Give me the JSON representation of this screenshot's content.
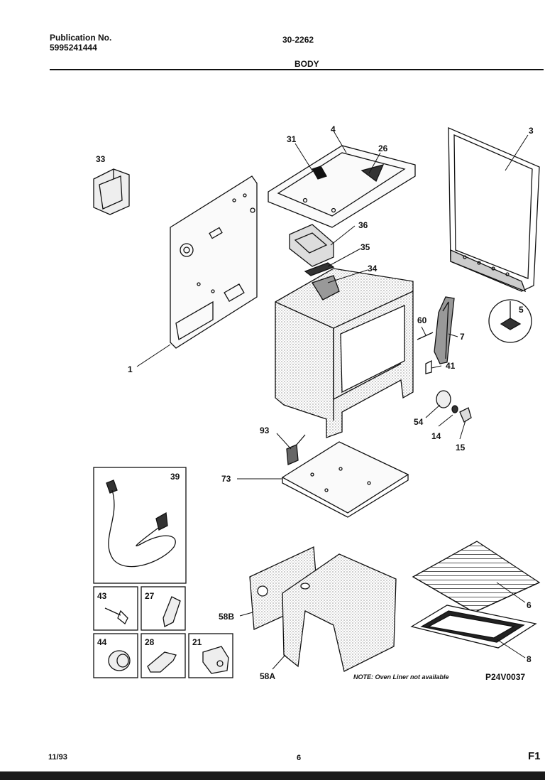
{
  "header": {
    "publication_label": "Publication No.",
    "publication_number": "5995241444",
    "model_code": "30-2262",
    "section_title": "BODY"
  },
  "callouts": {
    "c1": "1",
    "c3": "3",
    "c4": "4",
    "c5": "5",
    "c6": "6",
    "c7": "7",
    "c8": "8",
    "c14": "14",
    "c15": "15",
    "c21": "21",
    "c26": "26",
    "c27": "27",
    "c28": "28",
    "c31": "31",
    "c33": "33",
    "c34": "34",
    "c35": "35",
    "c36": "36",
    "c39": "39",
    "c41": "41",
    "c43": "43",
    "c44": "44",
    "c54": "54",
    "c58A": "58A",
    "c58B": "58B",
    "c60": "60",
    "c73": "73",
    "c93": "93"
  },
  "note": "NOTE: Oven Liner not available",
  "drawing_code": "P24V0037",
  "footer": {
    "date": "11/93",
    "page": "6",
    "figure": "F1"
  }
}
